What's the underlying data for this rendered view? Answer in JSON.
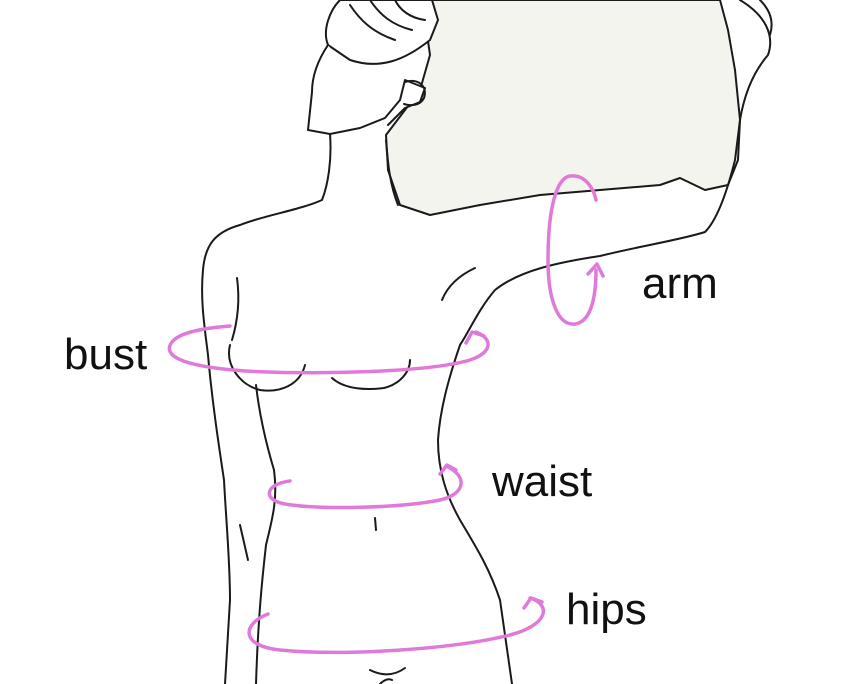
{
  "labels": {
    "arm": "arm",
    "bust": "bust",
    "waist": "waist",
    "hips": "hips"
  },
  "colors": {
    "measure_loop": "#e07ad9",
    "outline": "#1a1a1a",
    "hair_fill": "#f4f4ee",
    "background": "#ffffff"
  }
}
